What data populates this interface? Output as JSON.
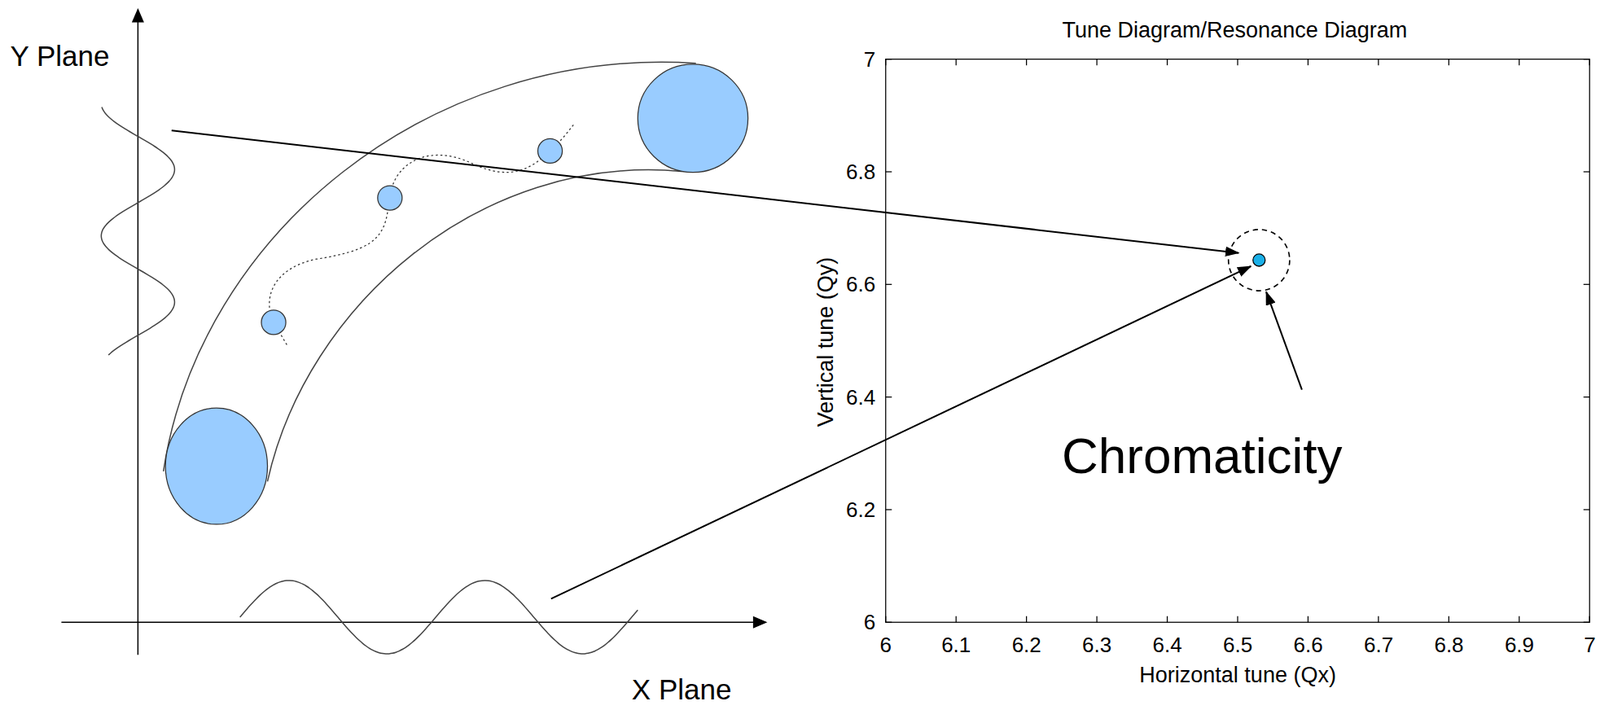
{
  "diagram": {
    "title": "Tune Diagram/Resonance Diagram",
    "labels": [
      "Y Plane",
      "X Plane",
      "Chromaticity",
      "Vertical tune (Qy)",
      "Horizontal tune (Qx)",
      "7",
      "6.8",
      "6.6",
      "6.4",
      "6.2",
      "6",
      "6",
      "6.1",
      "6.2",
      "6.3",
      "6.4",
      "6.5",
      "6.6",
      "6.7",
      "6.8",
      "6.9",
      "7"
    ]
  }
}
